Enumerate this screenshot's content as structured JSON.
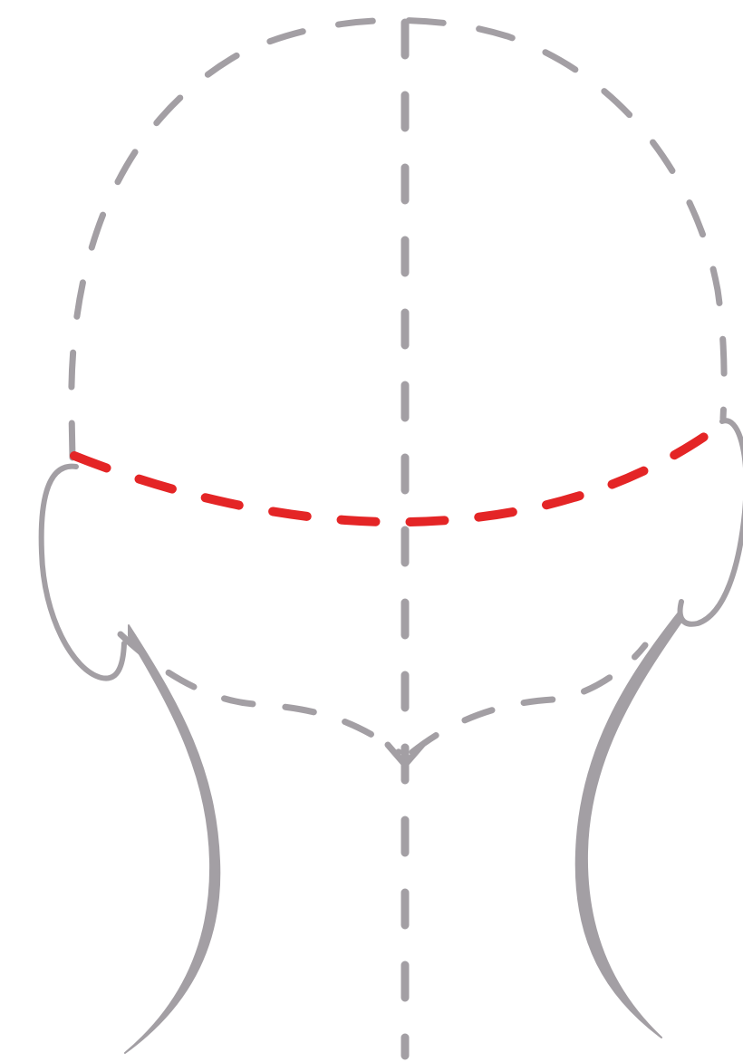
{
  "diagram": {
    "subject": "head-and-neck-back-view",
    "colors": {
      "guide": "#a39fa4",
      "outline": "#a39fa4",
      "highlight": "#e42526",
      "background": "#ffffff"
    },
    "elements": [
      {
        "name": "skull-dome-guide",
        "style": "dashed",
        "color": "guide"
      },
      {
        "name": "center-line-guide",
        "style": "dashed",
        "color": "guide"
      },
      {
        "name": "hairline-guide",
        "style": "dashed",
        "color": "highlight"
      },
      {
        "name": "skull-base-guide",
        "style": "dashed",
        "color": "guide"
      },
      {
        "name": "left-ear",
        "style": "solid",
        "color": "outline"
      },
      {
        "name": "right-ear",
        "style": "solid",
        "color": "outline"
      },
      {
        "name": "left-neck-contour",
        "style": "solid",
        "color": "outline"
      },
      {
        "name": "right-neck-contour",
        "style": "solid",
        "color": "outline"
      }
    ]
  }
}
